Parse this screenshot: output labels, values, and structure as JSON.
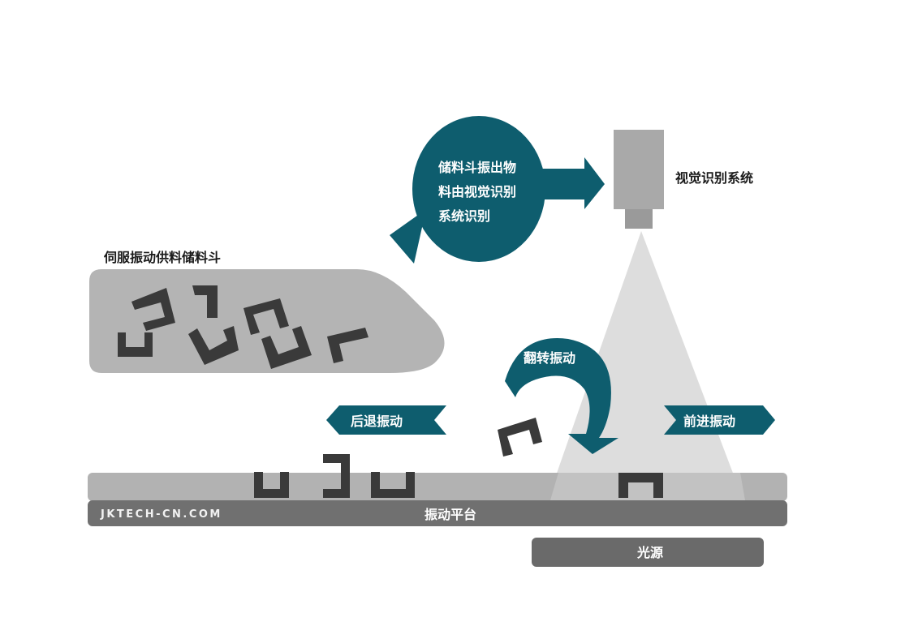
{
  "labels": {
    "hopper": "伺服振动供料储料斗",
    "camera": "视觉识别系统",
    "bubble_line1": "储料斗振出物",
    "bubble_line2": "料由视觉识别",
    "bubble_line3": "系统识别",
    "flip": "翻转振动",
    "backward": "后退振动",
    "forward": "前进振动",
    "platform": "振动平台",
    "watermark": "JKTECH-CN.COM",
    "light": "光源"
  },
  "colors": {
    "teal": "#0e5d6e",
    "part": "#3a3a3a",
    "hopper_fill": "#b4b4b4",
    "platform_top": "#b0b0b0",
    "platform_base": "#707070",
    "light_box": "#6a6a6a",
    "beam": "#d8d8d8"
  }
}
